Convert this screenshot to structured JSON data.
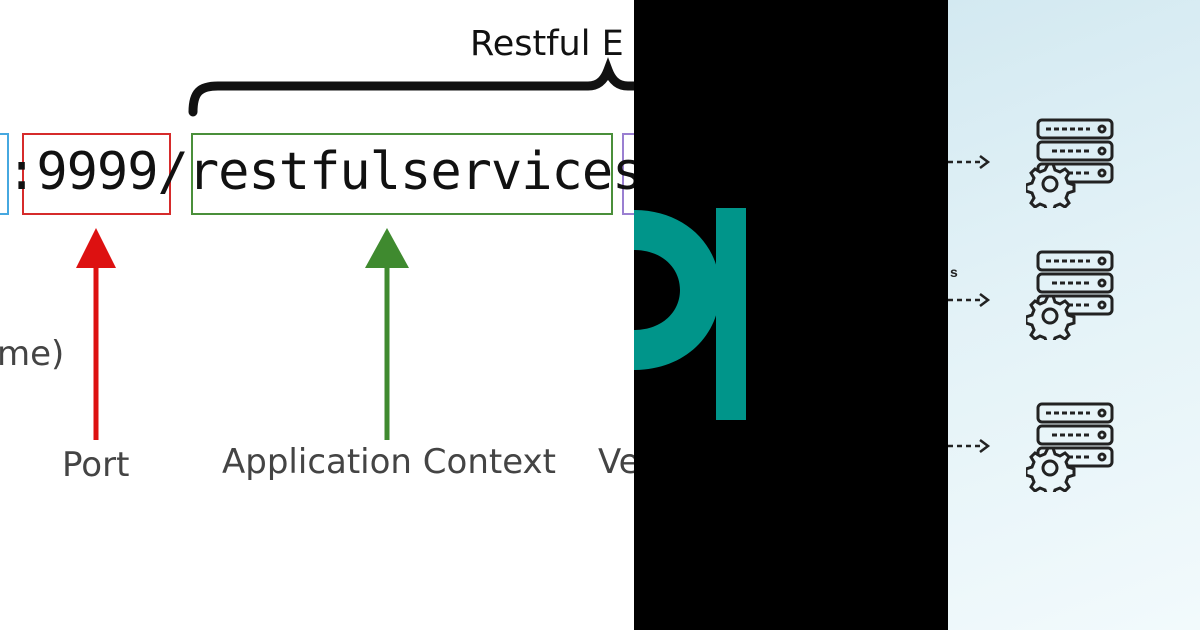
{
  "diagram": {
    "brace_title": "Restful E",
    "url": {
      "prefix": ":",
      "port": "9999",
      "sep1": "/",
      "context": "restfulservices",
      "sep2": "/"
    },
    "labels": {
      "host_fragment": "me)",
      "port": "Port",
      "context": "Application Context",
      "version_fragment": "Ve"
    },
    "colors": {
      "host": "#46a8e0",
      "port": "#d62b2b",
      "context": "#4a8f3a",
      "version": "#9a7fd1"
    }
  },
  "logo": {
    "glyphs": "PI",
    "color": "#00958a",
    "background": "#000000"
  },
  "servers": {
    "row_label": "s",
    "icons": [
      "server-gear-icon",
      "server-gear-icon",
      "server-gear-icon"
    ],
    "arrow": "dashed-arrow-icon"
  }
}
